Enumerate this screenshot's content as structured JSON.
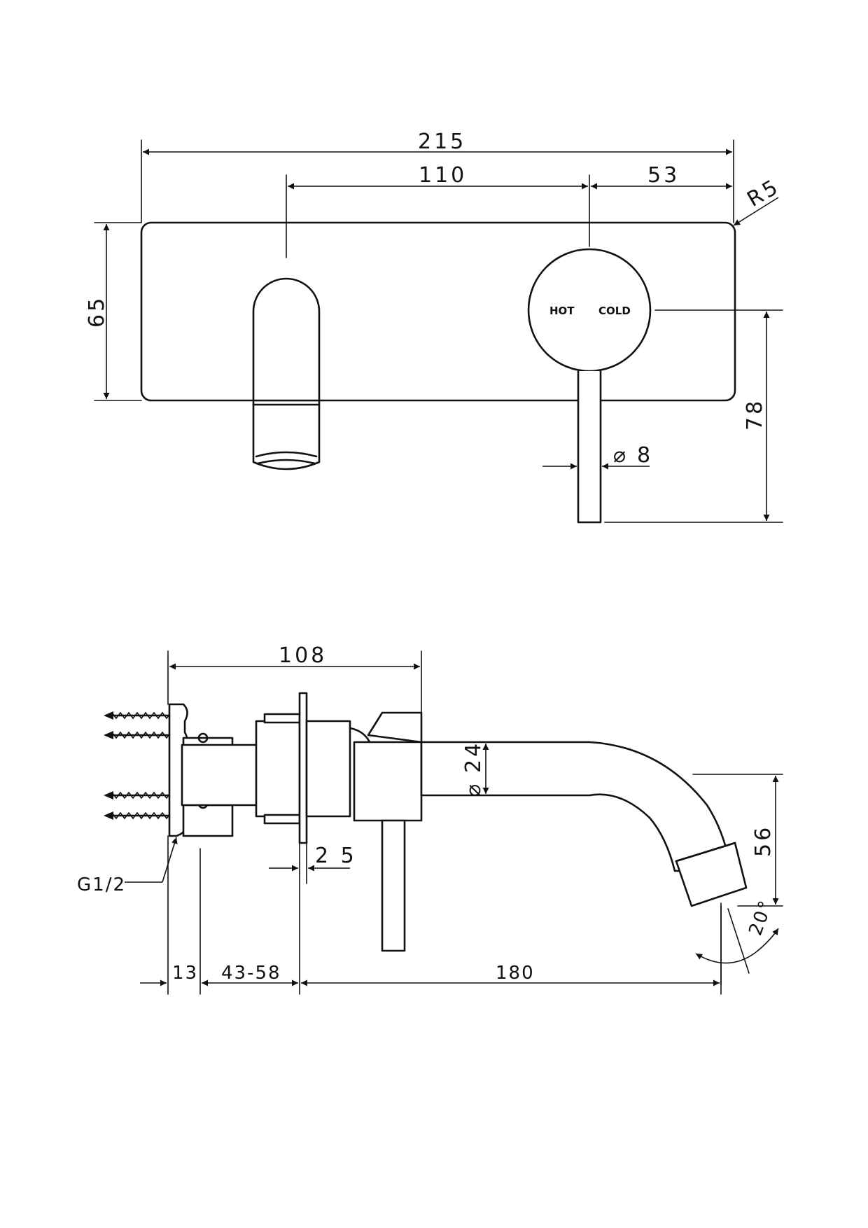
{
  "front_view": {
    "dim_overall_width": "215",
    "dim_spout_to_handle": "110",
    "dim_handle_to_edge": "53",
    "dim_corner_radius": "R5",
    "dim_plate_height": "65",
    "dim_lever_drop": "78",
    "dim_lever_diameter": "8",
    "handle_hot_label": "HOT",
    "handle_cold_label": "COLD"
  },
  "side_view": {
    "dim_body_length": "108",
    "dim_spout_diameter": "24",
    "dim_plate_thickness": "2 5",
    "dim_thread": "G1/2",
    "dim_spout_height": "56",
    "dim_spout_angle": "20°",
    "dim_fixing": "13",
    "dim_wall_range": "43-58",
    "dim_spout_reach": "180"
  },
  "symbols": {
    "diameter": "⌀"
  }
}
